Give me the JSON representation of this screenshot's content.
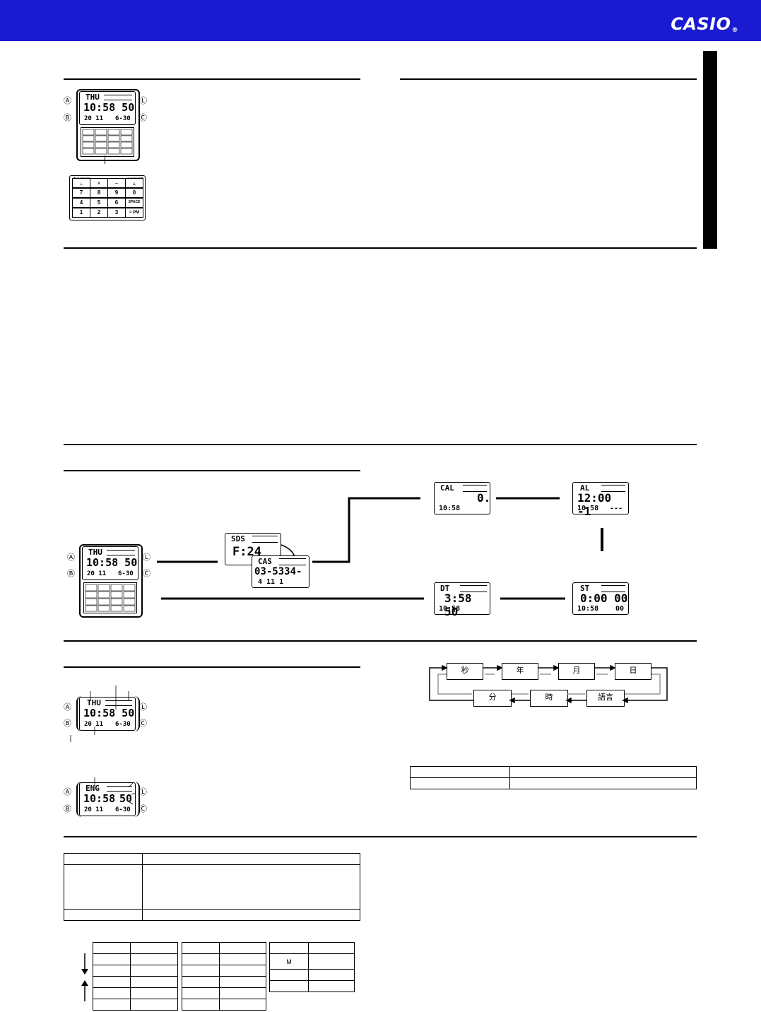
{
  "header": {
    "brand": "CASIO",
    "reg": "®"
  },
  "buttons": {
    "a": "Ⓐ",
    "b": "Ⓑ",
    "l": "Ⓛ",
    "c": "Ⓒ"
  },
  "watch_main": {
    "day": "THU",
    "time": "10:58 50",
    "date_left": "20 11",
    "date_right": "6-30"
  },
  "watch_lang": {
    "lang": "ENG",
    "time": "10:58",
    "sec": "50",
    "date_left": "20 11",
    "date_right": "6-30"
  },
  "keypad": {
    "row1": [
      "÷",
      "×",
      "−",
      "+"
    ],
    "row1_tags": [
      "◄DATABANK",
      "",
      "",
      "CALENDAR►"
    ],
    "row2": [
      "7",
      "8",
      "9",
      "0"
    ],
    "row3": [
      "4",
      "5",
      "6",
      "SPACE"
    ],
    "row4": [
      "1",
      "2",
      "3",
      "= PM"
    ]
  },
  "modes": {
    "databank1": {
      "label": "SDS",
      "value": "F:24"
    },
    "databank2": {
      "label": "CAS",
      "value": "03-5334-",
      "sub": "4 11 1"
    },
    "calc": {
      "label": "CAL",
      "value": "0.",
      "time": "10:58"
    },
    "alarm": {
      "label": "AL",
      "value": "12:00 -1",
      "time": "10:58",
      "extra": "---"
    },
    "dual": {
      "label": "DT",
      "value": "3:58 50",
      "time": "10:58"
    },
    "stopwatch": {
      "label": "ST",
      "value": "0:00 00",
      "time": "10:58",
      "extra": "00"
    }
  },
  "setting_cycle": [
    "秒",
    "年",
    "月",
    "日",
    "分",
    "時",
    "語言"
  ],
  "lang_table_m": "M"
}
